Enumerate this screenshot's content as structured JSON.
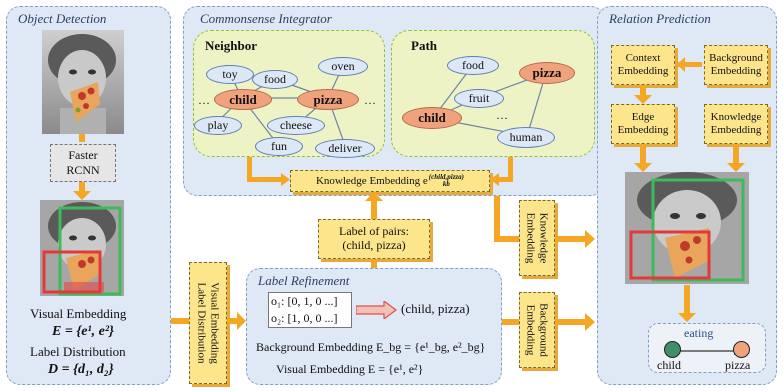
{
  "object_detection": {
    "title": "Object Detection",
    "detector": "Faster\nRCNN",
    "visual_embedding_label": "Visual Embedding",
    "visual_embedding_formula": "E = {e¹, e²}",
    "label_distribution_label": "Label Distribution",
    "label_distribution_formula": "D = {d₁, d₂}"
  },
  "commonsense": {
    "title": "Commonsense Integrator",
    "neighbor": {
      "title": "Neighbor",
      "nodes": [
        "toy",
        "food",
        "oven",
        "child",
        "pizza",
        "play",
        "cheese",
        "fun",
        "deliver"
      ],
      "ellipsis": "…"
    },
    "path": {
      "title": "Path",
      "nodes": [
        "food",
        "pizza",
        "fruit",
        "child",
        "human"
      ],
      "ellipsis": "…"
    },
    "knowledge_embedding": "Knowledge Embedding e",
    "knowledge_embedding_sup": "(child,pizza)",
    "knowledge_embedding_sub": "kb"
  },
  "label_of_pairs": {
    "line1": "Label of pairs:",
    "line2": "(child, pizza)"
  },
  "label_refinement": {
    "title": "Label Refinement",
    "o1": "o₁: [0, 1, 0 ...]",
    "o2": "o₂: [1, 0, 0 ...]",
    "result": "(child, pizza)",
    "background_embedding": "Background Embedding E_bg = {e¹_bg, e²_bg}",
    "visual_embedding": "Visual Embedding E = {e¹, e²}"
  },
  "vertical_labels": {
    "visual_label": "Visual Embedding\nLabel Distribution",
    "knowledge": "Knowledge\nEmbedding",
    "background": "Background\nEmbedding"
  },
  "relation_prediction": {
    "title": "Relation Prediction",
    "context_embedding": "Context\nEmbedding",
    "background_embedding": "Background\nEmbedding",
    "edge_embedding": "Edge\nEmbedding",
    "knowledge_embedding": "Knowledge\nEmbedding",
    "graph_edge": "eating",
    "graph_subject": "child",
    "graph_object": "pizza"
  },
  "colors": {
    "panel": "#dfe8f5",
    "node": "#dde8f7",
    "hot_node": "#f0a27d",
    "arrow": "#f5a623",
    "yellow_box": "#fde58c",
    "green_panel": "#eef3c6"
  }
}
